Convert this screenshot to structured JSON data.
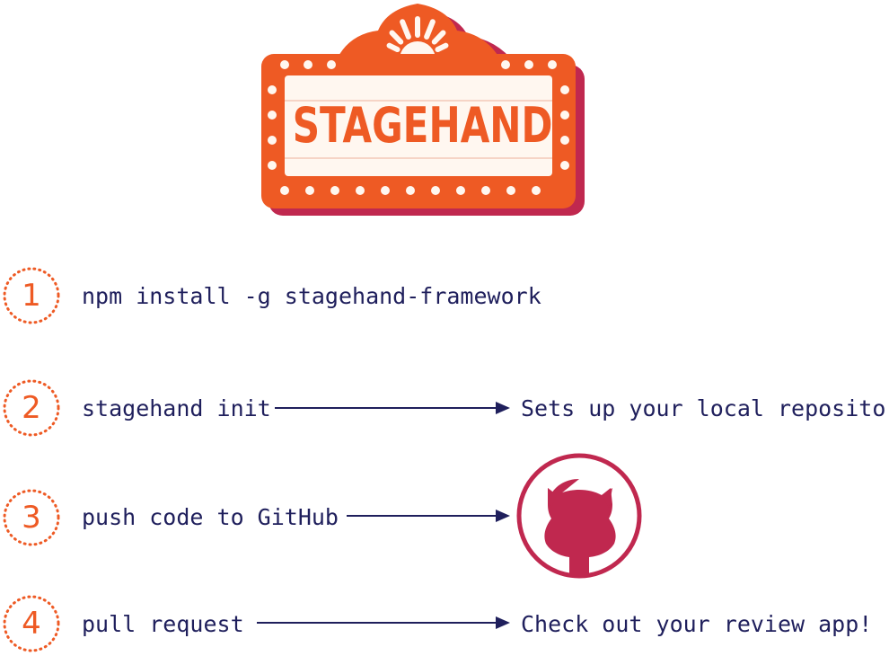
{
  "logo": {
    "title": "STAGEHAND"
  },
  "colors": {
    "orange": "#EE5A24",
    "crimson": "#C0284F",
    "navy": "#1F1F5C",
    "cream": "#FFF7F0"
  },
  "steps": [
    {
      "number": "1",
      "text": "npm install -g stagehand-framework"
    },
    {
      "number": "2",
      "text": "stagehand init",
      "result": "Sets up your local repository"
    },
    {
      "number": "3",
      "text": "push code to GitHub",
      "result_icon": "github-octocat-icon"
    },
    {
      "number": "4",
      "text": "pull request",
      "result": "Check out your review app!"
    }
  ]
}
